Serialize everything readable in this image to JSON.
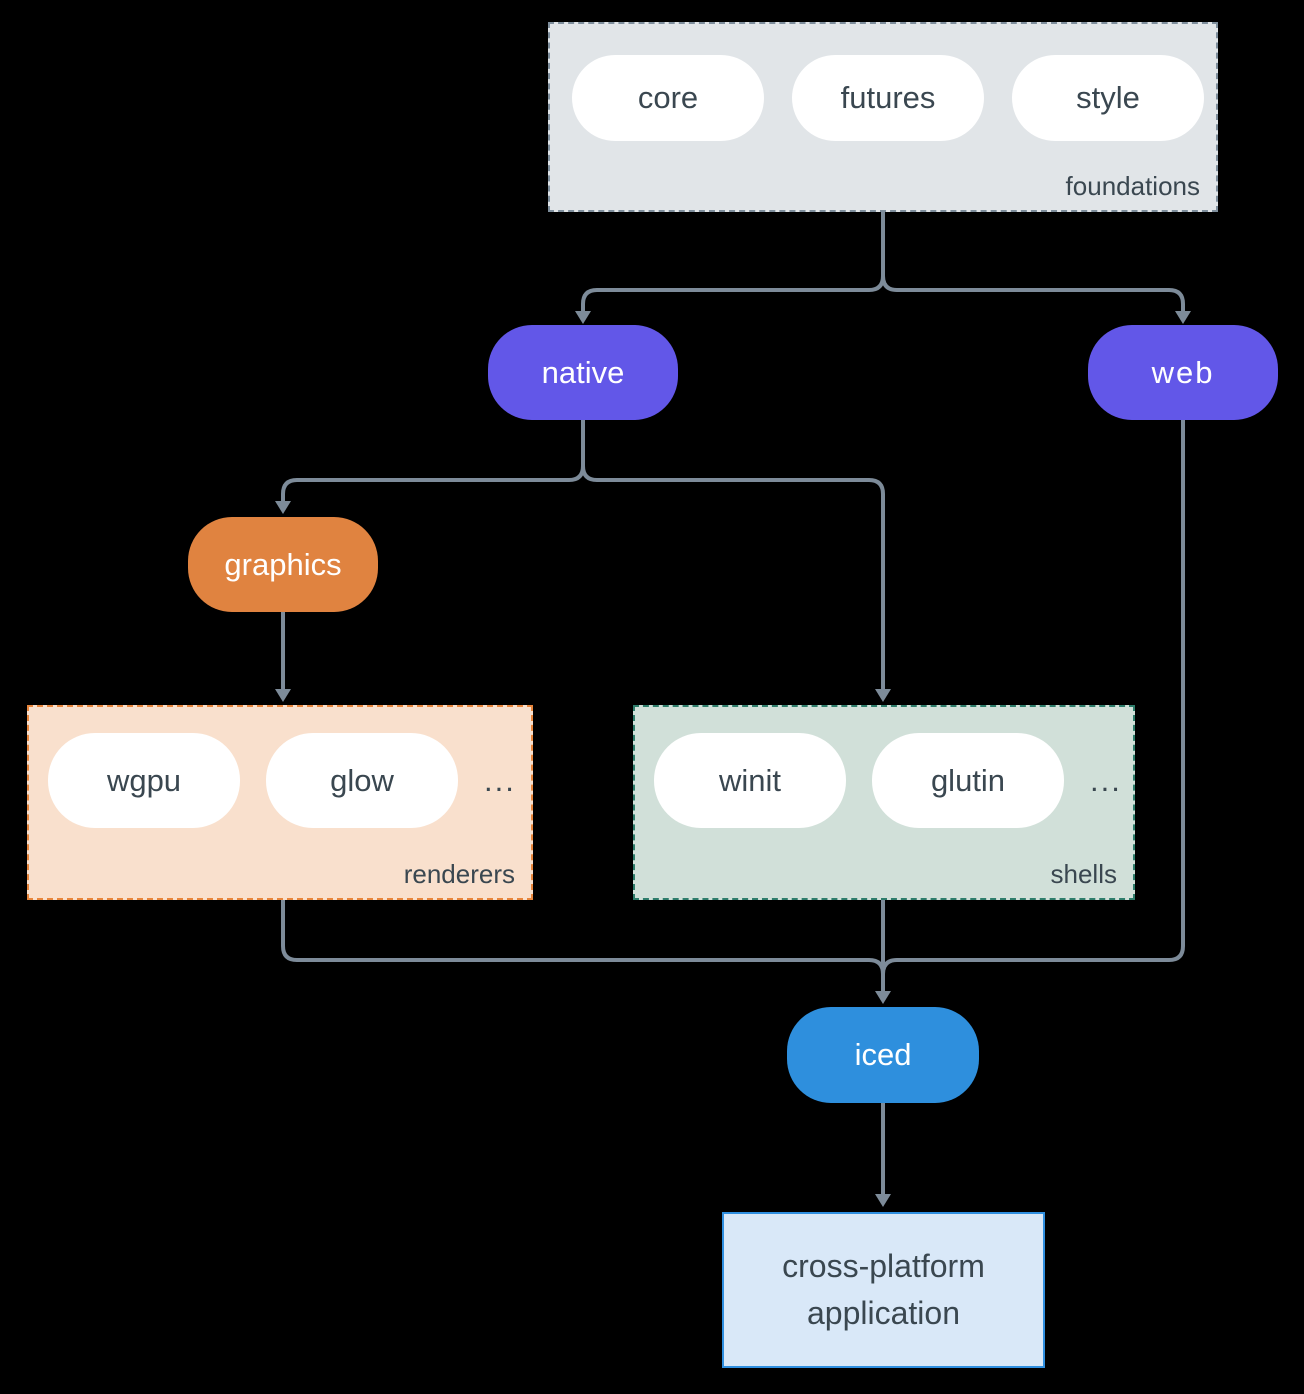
{
  "colors": {
    "background": "#000000",
    "connector": "#7d8b99",
    "text_dark": "#3a4750",
    "pill_white": "#ffffff",
    "purple": "#6257e8",
    "orange": "#e08340",
    "blue": "#2e8fdd",
    "foundations_fill": "#e1e5e8",
    "foundations_border": "#7e8e9c",
    "renderers_fill": "#f9e0cd",
    "renderers_border": "#e8863c",
    "shells_fill": "#d1e0d9",
    "shells_border": "#2e7d6b",
    "app_fill": "#d9e8f8",
    "app_border": "#2f8fe0"
  },
  "foundations": {
    "label": "foundations",
    "pills": [
      "core",
      "futures",
      "style"
    ]
  },
  "nodes": {
    "native": "native",
    "web": "web",
    "graphics": "graphics",
    "iced": "iced"
  },
  "renderers": {
    "label": "renderers",
    "pills": [
      "wgpu",
      "glow"
    ],
    "more": "..."
  },
  "shells": {
    "label": "shells",
    "pills": [
      "winit",
      "glutin"
    ],
    "more": "..."
  },
  "application": {
    "label": "cross-platform application"
  }
}
